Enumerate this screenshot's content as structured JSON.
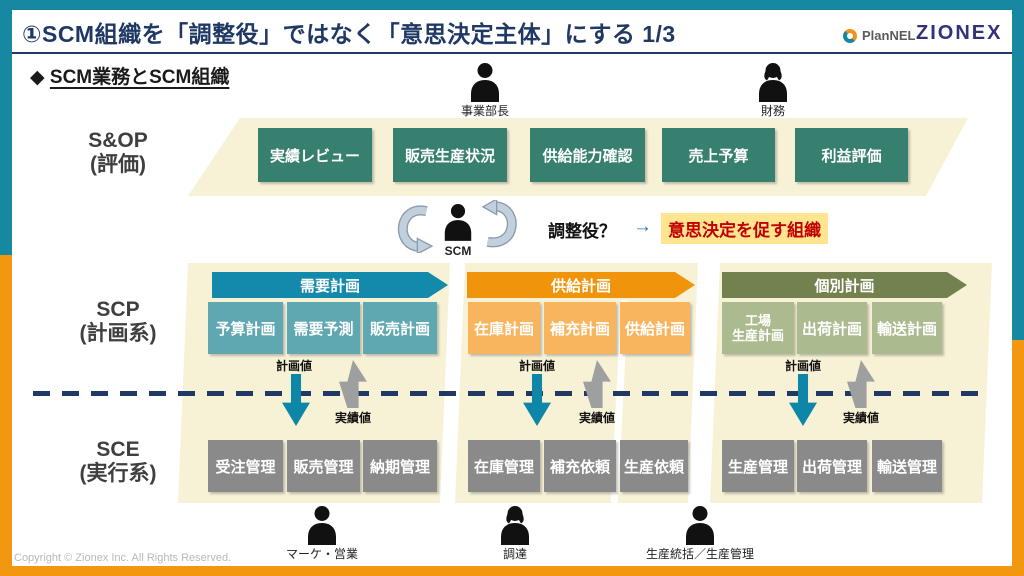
{
  "header": {
    "title": "①SCM組織を「調整役」ではなく「意思決定主体」にする 1/3",
    "logos": {
      "plannel": "PlanNEL",
      "zionex": "ZIONEX"
    }
  },
  "section": {
    "bullet": "◆",
    "heading": "SCM業務とSCM組織"
  },
  "actors_top": [
    {
      "label": "事業部長"
    },
    {
      "label": "財務"
    }
  ],
  "sop": {
    "row_label": "S&OP",
    "row_sublabel": "(評価)",
    "boxes": [
      "実績レビュー",
      "販売生産状況",
      "供給能力確認",
      "売上予算",
      "利益評価"
    ]
  },
  "hub": {
    "person_label": "SCM",
    "question": "調整役？",
    "arrow": "→",
    "answer": "意思決定を促す組織"
  },
  "scp": {
    "row_label": "SCP",
    "row_sublabel": "(計画系)",
    "groups": [
      {
        "banner": "需要計画",
        "boxes": [
          "予算計画",
          "需要予測",
          "販売計画"
        ]
      },
      {
        "banner": "供給計画",
        "boxes": [
          "在庫計画",
          "補充計画",
          "供給計画"
        ]
      },
      {
        "banner": "個別計画",
        "boxes": [
          "工場\n生産計画",
          "出荷計画",
          "輸送計画"
        ]
      }
    ]
  },
  "flow": {
    "plan_label": "計画値",
    "actual_label": "実績値"
  },
  "sce": {
    "row_label": "SCE",
    "row_sublabel": "(実行系)",
    "groups": [
      {
        "boxes": [
          "受注管理",
          "販売管理",
          "納期管理"
        ]
      },
      {
        "boxes": [
          "在庫管理",
          "補充依頼",
          "生産依頼"
        ]
      },
      {
        "boxes": [
          "生産管理",
          "出荷管理",
          "輸送管理"
        ]
      }
    ]
  },
  "actors_bottom": [
    {
      "label": "マーケ・営業"
    },
    {
      "label": "調達"
    },
    {
      "label": "生産統括／生産管理"
    }
  ],
  "footer": {
    "copyright": "Copyright © Zionex Inc. All Rights Reserved."
  },
  "colors": {
    "frame_teal": "#1788A2",
    "frame_orange": "#F39711",
    "navy": "#1F3864",
    "panel_cream": "#F7F2D6",
    "sop_box": "#37806F",
    "banner_demand": "#1389AC",
    "banner_supply": "#F0940C",
    "banner_individual": "#73814F",
    "box_demand": "#5FA8B2",
    "box_supply": "#F8B55E",
    "box_individual": "#ACBB8F",
    "box_sce": "#8A8A8A",
    "plan_arrow": "#0E86A8",
    "actual_arrow": "#9EA0A0",
    "answer_text": "#C00000",
    "answer_bg": "#FFE58F"
  }
}
